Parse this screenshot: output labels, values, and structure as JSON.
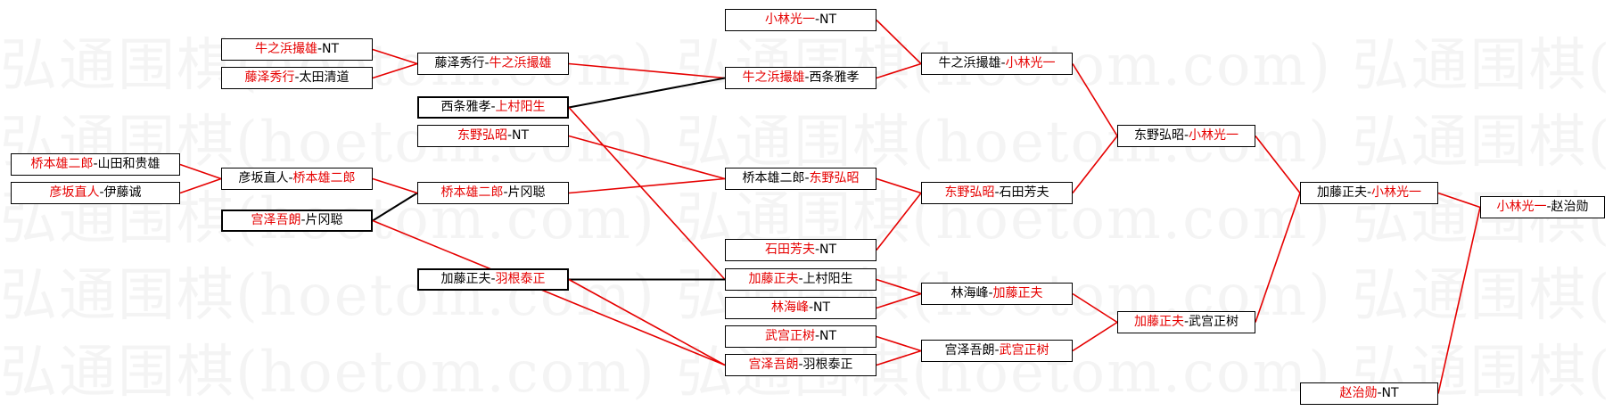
{
  "watermark": "弘通围棋(hoetom.com)",
  "colors": {
    "winner": "#e60000",
    "text": "#000000",
    "line_winner": "#e60000",
    "line_other": "#000000"
  },
  "matches": [
    {
      "id": "r1a",
      "p1": "牛之浜撮雄",
      "p2": "NT",
      "winner": "p1",
      "thick": false
    },
    {
      "id": "r1b",
      "p1": "藤泽秀行",
      "p2": "太田清道",
      "winner": "p1",
      "thick": false
    },
    {
      "id": "r1c",
      "p1": "桥本雄二郎",
      "p2": "山田和贵雄",
      "winner": "p1",
      "thick": false
    },
    {
      "id": "r1d",
      "p1": "彦坂直人",
      "p2": "伊藤诚",
      "winner": "p1",
      "thick": false
    },
    {
      "id": "r1e",
      "p1": "宫泽吾朗",
      "p2": "片冈聪",
      "winner": "p1",
      "thick": true
    },
    {
      "id": "r2a",
      "p1": "藤泽秀行",
      "p2": "牛之浜撮雄",
      "winner": "p2",
      "thick": false
    },
    {
      "id": "r2b",
      "p1": "西条雅孝",
      "p2": "上村阳生",
      "winner": "p2",
      "thick": true
    },
    {
      "id": "r2c",
      "p1": "东野弘昭",
      "p2": "NT",
      "winner": "p1",
      "thick": false
    },
    {
      "id": "r2d",
      "p1": "彦坂直人",
      "p2": "桥本雄二郎",
      "winner": "p2",
      "thick": false
    },
    {
      "id": "r2e",
      "p1": "桥本雄二郎",
      "p2": "片冈聪",
      "winner": "p1",
      "thick": false
    },
    {
      "id": "r2f",
      "p1": "加藤正夫",
      "p2": "羽根泰正",
      "winner": "p2",
      "thick": true
    },
    {
      "id": "r3a",
      "p1": "小林光一",
      "p2": "NT",
      "winner": "p1",
      "thick": false
    },
    {
      "id": "r3b",
      "p1": "牛之浜撮雄",
      "p2": "西条雅孝",
      "winner": "p1",
      "thick": false
    },
    {
      "id": "r3c",
      "p1": "桥本雄二郎",
      "p2": "东野弘昭",
      "winner": "p2",
      "thick": false
    },
    {
      "id": "r3d",
      "p1": "石田芳夫",
      "p2": "NT",
      "winner": "p1",
      "thick": false
    },
    {
      "id": "r3e",
      "p1": "加藤正夫",
      "p2": "上村阳生",
      "winner": "p1",
      "thick": false
    },
    {
      "id": "r3f",
      "p1": "林海峰",
      "p2": "NT",
      "winner": "p1",
      "thick": false
    },
    {
      "id": "r3g",
      "p1": "武宫正树",
      "p2": "NT",
      "winner": "p1",
      "thick": false
    },
    {
      "id": "r3h",
      "p1": "宫泽吾朗",
      "p2": "羽根泰正",
      "winner": "p1",
      "thick": false
    },
    {
      "id": "r4a",
      "p1": "牛之浜撮雄",
      "p2": "小林光一",
      "winner": "p2",
      "thick": false
    },
    {
      "id": "r4b",
      "p1": "东野弘昭",
      "p2": "石田芳夫",
      "winner": "p1",
      "thick": false
    },
    {
      "id": "r4c",
      "p1": "林海峰",
      "p2": "加藤正夫",
      "winner": "p2",
      "thick": false
    },
    {
      "id": "r4d",
      "p1": "宫泽吾朗",
      "p2": "武宫正树",
      "winner": "p2",
      "thick": false
    },
    {
      "id": "r5a",
      "p1": "东野弘昭",
      "p2": "小林光一",
      "winner": "p2",
      "thick": false
    },
    {
      "id": "r5b",
      "p1": "加藤正夫",
      "p2": "武宫正树",
      "winner": "p1",
      "thick": false
    },
    {
      "id": "r6a",
      "p1": "加藤正夫",
      "p2": "小林光一",
      "winner": "p2",
      "thick": false
    },
    {
      "id": "r6b",
      "p1": "赵治勋",
      "p2": "NT",
      "winner": "p1",
      "thick": false
    },
    {
      "id": "r7a",
      "p1": "小林光一",
      "p2": "赵治勋",
      "winner": "p1",
      "thick": false
    }
  ],
  "links": [
    {
      "from": "r1a",
      "to": "r2a",
      "color": "red"
    },
    {
      "from": "r1b",
      "to": "r2a",
      "color": "red"
    },
    {
      "from": "r1c",
      "to": "r2d",
      "color": "red"
    },
    {
      "from": "r1d",
      "to": "r2d",
      "color": "red"
    },
    {
      "from": "r1e",
      "to": "r2e",
      "color": "black"
    },
    {
      "from": "r1e",
      "to": "r3h",
      "color": "red"
    },
    {
      "from": "r2a",
      "to": "r3b",
      "color": "red"
    },
    {
      "from": "r2b",
      "to": "r3b",
      "color": "black"
    },
    {
      "from": "r2b",
      "to": "r3e",
      "color": "red"
    },
    {
      "from": "r2c",
      "to": "r3c",
      "color": "red"
    },
    {
      "from": "r2d",
      "to": "r2e",
      "color": "red"
    },
    {
      "from": "r2e",
      "to": "r3c",
      "color": "red"
    },
    {
      "from": "r2f",
      "to": "r3e",
      "color": "black"
    },
    {
      "from": "r2f",
      "to": "r3h",
      "color": "red"
    },
    {
      "from": "r3a",
      "to": "r4a",
      "color": "red"
    },
    {
      "from": "r3b",
      "to": "r4a",
      "color": "red"
    },
    {
      "from": "r3c",
      "to": "r4b",
      "color": "red"
    },
    {
      "from": "r3d",
      "to": "r4b",
      "color": "red"
    },
    {
      "from": "r3e",
      "to": "r4c",
      "color": "red"
    },
    {
      "from": "r3f",
      "to": "r4c",
      "color": "red"
    },
    {
      "from": "r3g",
      "to": "r4d",
      "color": "red"
    },
    {
      "from": "r3h",
      "to": "r4d",
      "color": "red"
    },
    {
      "from": "r4a",
      "to": "r5a",
      "color": "red"
    },
    {
      "from": "r4b",
      "to": "r5a",
      "color": "red"
    },
    {
      "from": "r4c",
      "to": "r5b",
      "color": "red"
    },
    {
      "from": "r4d",
      "to": "r5b",
      "color": "red"
    },
    {
      "from": "r5a",
      "to": "r6a",
      "color": "red"
    },
    {
      "from": "r5b",
      "to": "r6a",
      "color": "red"
    },
    {
      "from": "r6a",
      "to": "r7a",
      "color": "red"
    },
    {
      "from": "r6b",
      "to": "r7a",
      "color": "red"
    }
  ]
}
